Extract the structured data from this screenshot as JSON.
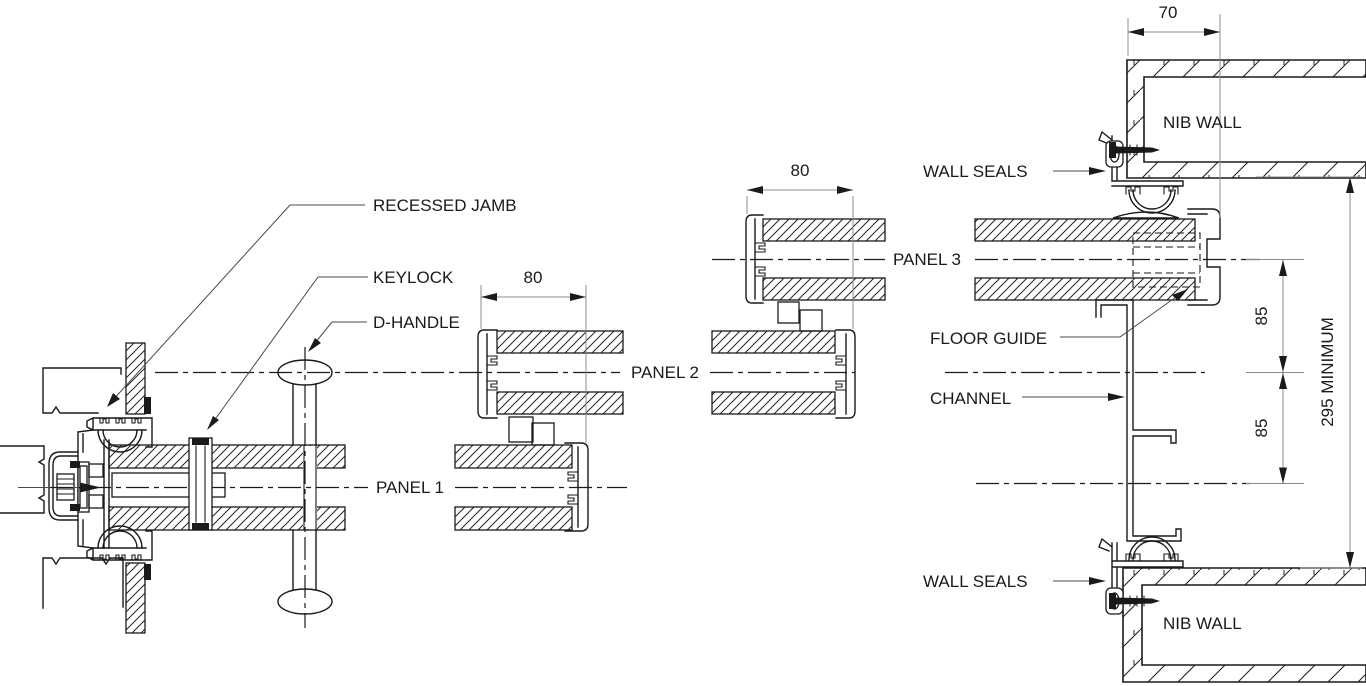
{
  "drawing": {
    "labels": {
      "recessed_jamb": "RECESSED JAMB",
      "keylock": "KEYLOCK",
      "d_handle": "D-HANDLE",
      "panel_1": "PANEL 1",
      "panel_2": "PANEL 2",
      "panel_3": "PANEL 3",
      "wall_seals_top": "WALL SEALS",
      "wall_seals_bottom": "WALL SEALS",
      "nib_wall_top": "NIB WALL",
      "nib_wall_bottom": "NIB WALL",
      "floor_guide": "FLOOR GUIDE",
      "channel": "CHANNEL"
    },
    "dimensions": {
      "nib_wall_width": "70",
      "panel2_overlap": "80",
      "panel3_overlap": "80",
      "track_spacing_upper": "85",
      "track_spacing_lower": "85",
      "overall_minimum": "295 MINIMUM"
    },
    "colors": {
      "line": "#1a1a1a",
      "dim": "#8c8c8c",
      "leader": "#4a4a4a",
      "bg": "#ffffff"
    }
  }
}
